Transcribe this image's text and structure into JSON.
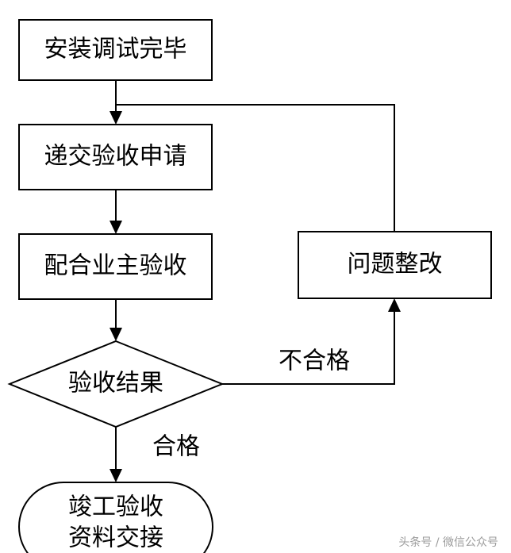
{
  "nodes": {
    "install_debug_complete": "安装调试完毕",
    "submit_acceptance_application": "递交验收申请",
    "assist_owner_acceptance": "配合业主验收",
    "acceptance_result": "验收结果",
    "issue_rectification": "问题整改",
    "completion_handover_line1": "竣工验收",
    "completion_handover_line2": "资料交接"
  },
  "edges": {
    "fail_label": "不合格",
    "pass_label": "合格"
  },
  "watermark": "头条号 / 微信公众号"
}
